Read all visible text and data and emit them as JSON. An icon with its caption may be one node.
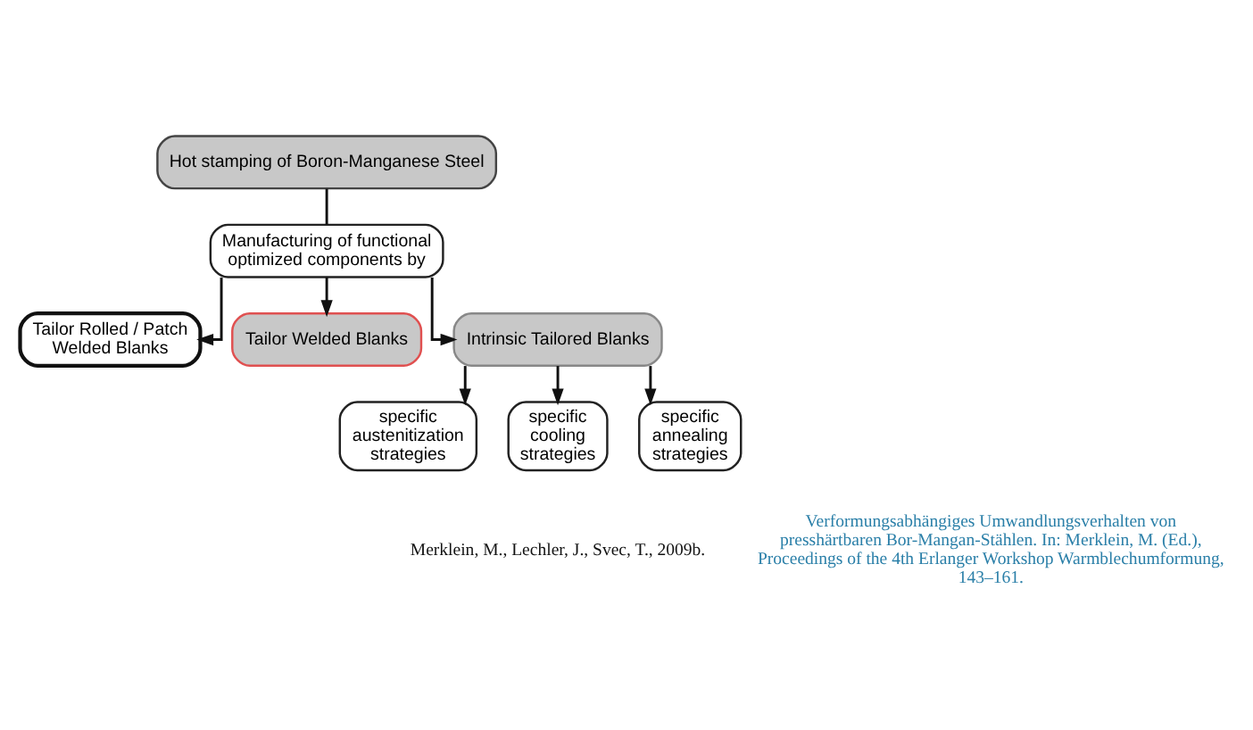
{
  "diagram": {
    "nodes": [
      {
        "text": [
          "Hot stamping of Boron-Manganese Steel"
        ]
      },
      {
        "text": [
          "Manufacturing of functional optimized components by"
        ]
      },
      {
        "text": [
          "Tailor Rolled / Patch Welded Blanks"
        ]
      },
      {
        "text": [
          "Tailor Welded Blanks"
        ]
      },
      {
        "text": [
          "Intrinsic Tailored Blanks"
        ]
      },
      {
        "text": [
          "specific austenitization strategies"
        ]
      },
      {
        "text": [
          "specific cooling strategies"
        ]
      },
      {
        "text": [
          "specific annealing strategies"
        ]
      }
    ],
    "edges": [
      {
        "from": 0,
        "to": 1,
        "arrow": "none"
      },
      {
        "from": 1,
        "to": 2,
        "arrow": "to"
      },
      {
        "from": 1,
        "to": 3,
        "arrow": "to"
      },
      {
        "from": 1,
        "to": 4,
        "arrow": "to"
      },
      {
        "from": 4,
        "to": 5,
        "arrow": "to"
      },
      {
        "from": 4,
        "to": 6,
        "arrow": "to"
      },
      {
        "from": 4,
        "to": 7,
        "arrow": "to"
      }
    ],
    "labels": [
      "Merklein, M., Lechler, J., Svec, T., 2009b.",
      "Verformungsabhängiges Umwandlungsverhalten von presshärtbaren Bor-Mangan-Stählen. In: Merklein, M. (Ed.), Proceedings of the 4th Erlanger Workshop Warmblechumformung, 143–161."
    ]
  }
}
